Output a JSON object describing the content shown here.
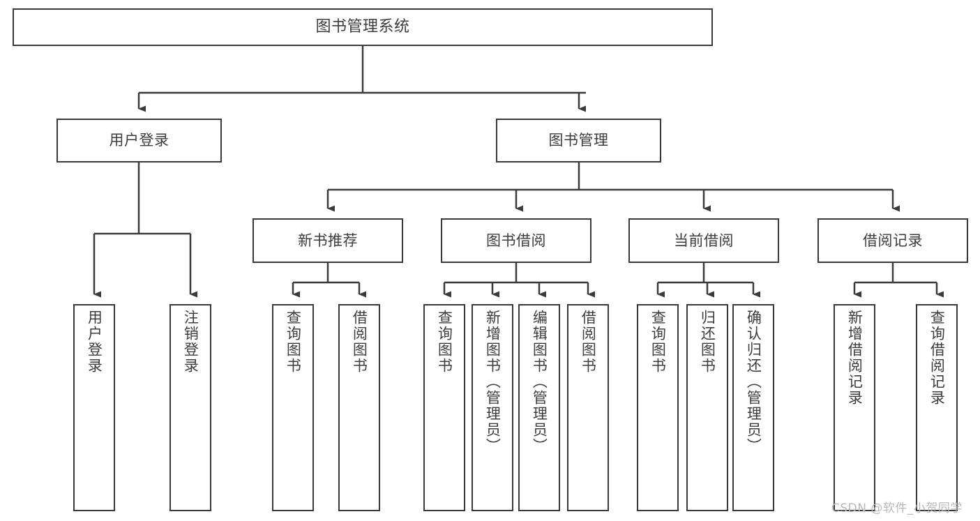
{
  "diagram": {
    "type": "tree-hierarchy",
    "title": "图书管理系统",
    "watermark": "CSDN @软件_小贺同学",
    "colors": {
      "box_border": "#3a3a3a",
      "box_fill": "#ffffff",
      "text": "#3c3c3c",
      "connector": "#3a3a3a",
      "watermark": "#b8b8b8",
      "background": "#ffffff"
    },
    "root": {
      "label": "图书管理系统"
    },
    "level1": [
      {
        "id": "user-login",
        "label": "用户登录"
      },
      {
        "id": "book-manage",
        "label": "图书管理"
      }
    ],
    "level2": [
      {
        "id": "new-book-recommend",
        "label": "新书推荐",
        "parent": "book-manage"
      },
      {
        "id": "book-borrow",
        "label": "图书借阅",
        "parent": "book-manage"
      },
      {
        "id": "current-borrow",
        "label": "当前借阅",
        "parent": "book-manage"
      },
      {
        "id": "borrow-record",
        "label": "借阅记录",
        "parent": "book-manage"
      }
    ],
    "leaves": [
      {
        "id": "leaf-user-login",
        "label": "用户登录",
        "parent": "user-login"
      },
      {
        "id": "leaf-logout-login",
        "label": "注销登录",
        "parent": "user-login"
      },
      {
        "id": "leaf-query-book-1",
        "label": "查询图书",
        "parent": "new-book-recommend"
      },
      {
        "id": "leaf-borrow-book-1",
        "label": "借阅图书",
        "parent": "new-book-recommend"
      },
      {
        "id": "leaf-query-book-2",
        "label": "查询图书",
        "parent": "book-borrow"
      },
      {
        "id": "leaf-add-book",
        "label": "新增图书（管理员）",
        "parent": "book-borrow"
      },
      {
        "id": "leaf-edit-book",
        "label": "编辑图书（管理员）",
        "parent": "book-borrow"
      },
      {
        "id": "leaf-borrow-book-2",
        "label": "借阅图书",
        "parent": "book-borrow"
      },
      {
        "id": "leaf-query-book-3",
        "label": "查询图书",
        "parent": "current-borrow"
      },
      {
        "id": "leaf-return-book",
        "label": "归还图书",
        "parent": "current-borrow"
      },
      {
        "id": "leaf-confirm-return",
        "label": "确认归还（管理员）",
        "parent": "current-borrow"
      },
      {
        "id": "leaf-add-record",
        "label": "新增借阅记录",
        "parent": "borrow-record"
      },
      {
        "id": "leaf-query-record",
        "label": "查询借阅记录",
        "parent": "borrow-record"
      }
    ]
  }
}
